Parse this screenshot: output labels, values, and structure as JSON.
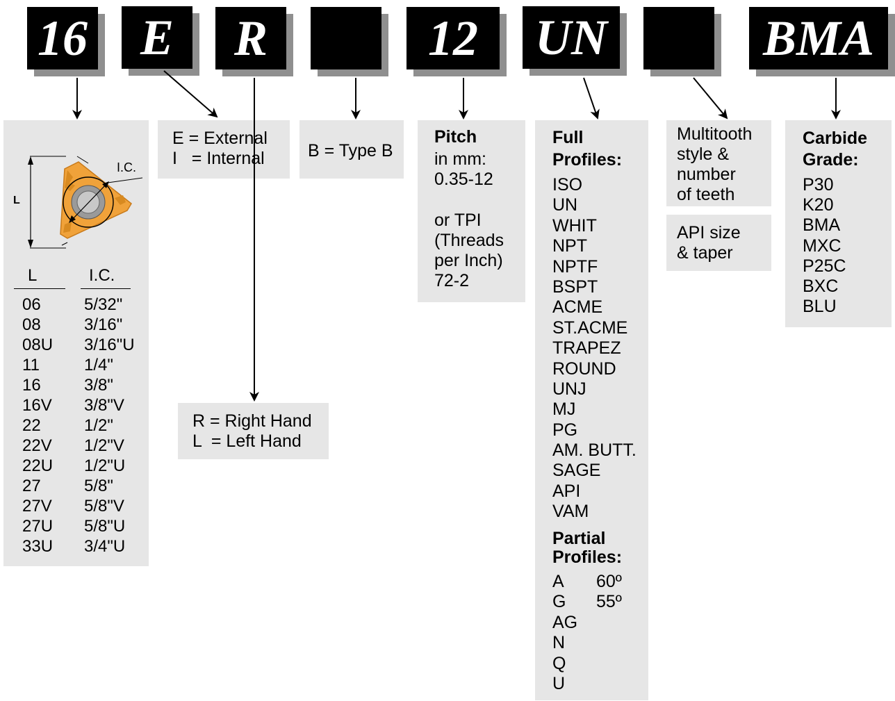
{
  "codes": [
    "16",
    "E",
    "R",
    "",
    "12",
    "UN",
    "",
    "BMA"
  ],
  "size_box": {
    "diagram_L": "L",
    "diagram_IC": "I.C.",
    "col_L_header": "L",
    "col_IC_header": "I.C.",
    "L": [
      "06",
      "08",
      "08U",
      "11",
      "16",
      "16V",
      "22",
      "22V",
      "22U",
      "27",
      "27V",
      "27U",
      "33U"
    ],
    "IC": [
      "5/32\"",
      "3/16\"",
      "3/16\"U",
      "1/4\"",
      "3/8\"",
      "3/8\"V",
      "1/2\"",
      "1/2\"V",
      "1/2\"U",
      "5/8\"",
      "5/8\"V",
      "5/8\"U",
      "3/4\"U"
    ]
  },
  "ext_box": {
    "line1": "E = External",
    "line2": "I   = Internal"
  },
  "hand_box": {
    "line1": "R = Right Hand",
    "line2": "L  = Left Hand"
  },
  "type_box": {
    "line1": "B = Type B"
  },
  "pitch_box": {
    "title": "Pitch",
    "lines": [
      "in mm:",
      "0.35-12",
      "",
      "or TPI",
      "(Threads",
      "per Inch)",
      "72-2"
    ]
  },
  "profile_box": {
    "full_title": [
      "Full",
      "Profiles:"
    ],
    "full": [
      "ISO",
      "UN",
      "WHIT",
      "NPT",
      "NPTF",
      "BSPT",
      "ACME",
      "ST.ACME",
      "TRAPEZ",
      "ROUND",
      "UNJ",
      "MJ",
      "PG",
      "AM. BUTT.",
      "SAGE",
      "API",
      "VAM"
    ],
    "partial_title": [
      "Partial",
      "Profiles:"
    ],
    "partial_left": [
      "A",
      "G",
      "AG",
      "N",
      "Q",
      "U"
    ],
    "partial_right": [
      "60º",
      "55º"
    ]
  },
  "multi_box": {
    "lines": [
      "Multitooth",
      "style &",
      "number",
      "of teeth"
    ]
  },
  "api_box": {
    "lines": [
      "API size",
      "& taper"
    ]
  },
  "grade_box": {
    "title": [
      "Carbide",
      "Grade:"
    ],
    "grades": [
      "P30",
      "K20",
      "BMA",
      "MXC",
      "P25C",
      "BXC",
      "BLU"
    ]
  },
  "colors": {
    "insert": "#f0a23a",
    "insert_dark": "#c87a1a",
    "box": "#e6e6e6",
    "shadow": "#8f8f8f"
  }
}
